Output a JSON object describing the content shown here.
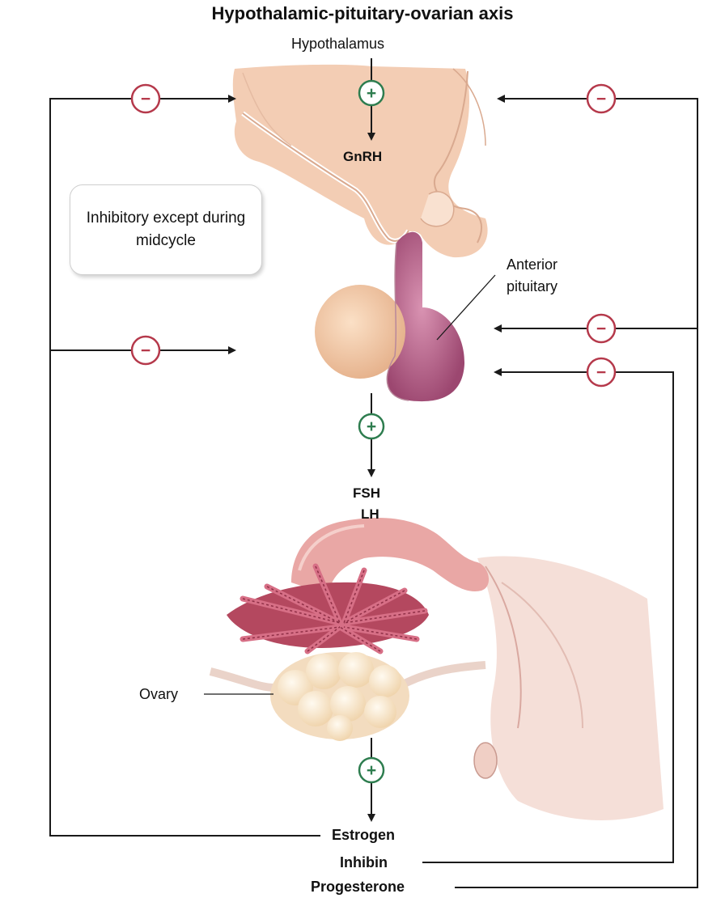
{
  "title": "Hypothalamic-pituitary-ovarian axis",
  "labels": {
    "hypothalamus": "Hypothalamus",
    "gnrh": "GnRH",
    "anterior_pituitary": "Anterior pituitary",
    "fsh": "FSH",
    "lh": "LH",
    "ovary": "Ovary",
    "estrogen": "Estrogen",
    "inhibin": "Inhibin",
    "progesterone": "Progesterone"
  },
  "note": "Inhibitory except during midcycle",
  "symbols": {
    "stimulatory": "+",
    "inhibitory": "−"
  },
  "colors": {
    "stimulatory": "#2e7d4f",
    "inhibitory": "#b5394b",
    "arrow": "#1a1a1a",
    "hypothalamus_tissue": "#f3cdb4",
    "anterior_pituitary": "#b65f86",
    "posterior_pituitary": "#f0c6a0",
    "ovary": "#f7e3c8",
    "fimbriae": "#b4485f"
  }
}
